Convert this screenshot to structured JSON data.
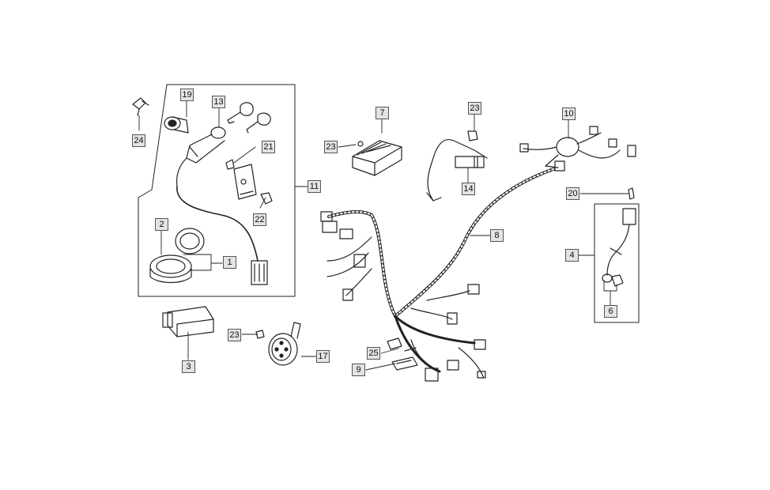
{
  "diagram": {
    "colors": {
      "line": "#222222",
      "callout_fill": "#e4e4e4",
      "callout_border": "#555555"
    },
    "callouts": {
      "c1": "1",
      "c2": "2",
      "c3": "3",
      "c4": "4",
      "c6": "6",
      "c7": "7",
      "c8": "8",
      "c9": "9",
      "c10": "10",
      "c11": "11",
      "c13": "13",
      "c14": "14",
      "c17": "17",
      "c19": "19",
      "c20": "20",
      "c21": "21",
      "c22": "22",
      "c23a": "23",
      "c23b": "23",
      "c23c": "23",
      "c24": "24",
      "c25": "25"
    }
  }
}
